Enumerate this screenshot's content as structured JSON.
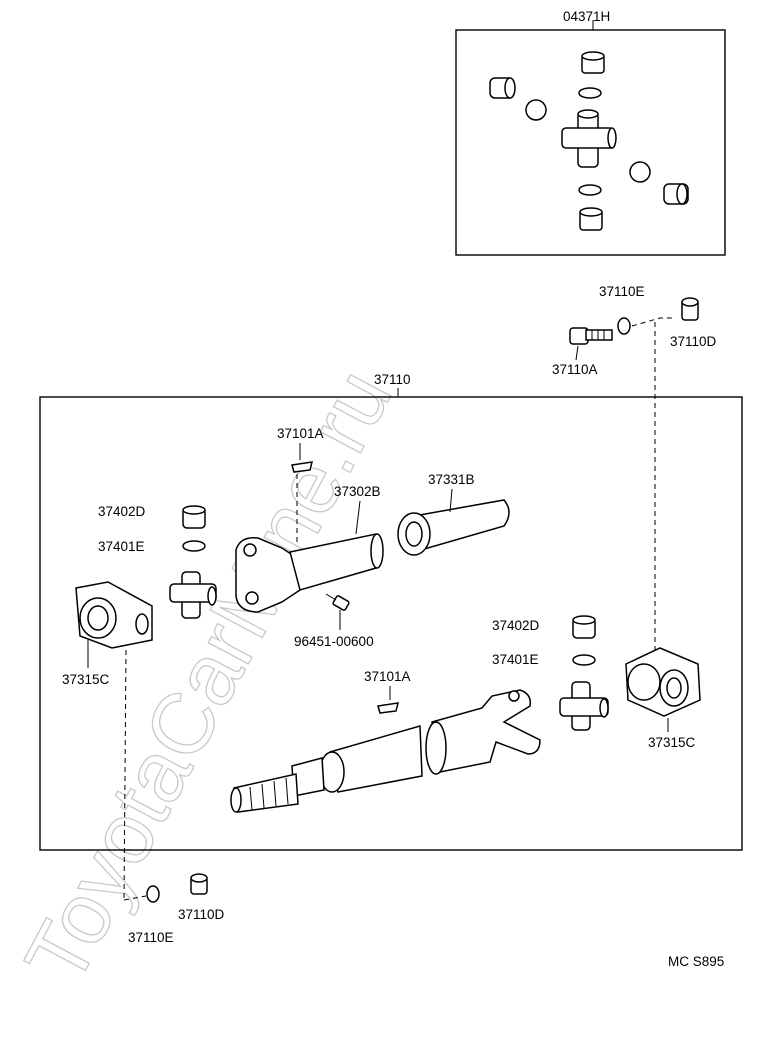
{
  "watermark": "ToyotaCarMine.ru",
  "diagram_code": "MC S895",
  "parts": {
    "kit_box": "04371H",
    "assembly": "37110",
    "bolt": "37110A",
    "washer_top": "37110E",
    "nut_top": "37110D",
    "washer_bottom": "37110E",
    "nut_bottom": "37110D",
    "weight_upper": "37101A",
    "weight_lower": "37101A",
    "tube_upper": "37302B",
    "sleeve": "37331B",
    "bearing_upper": "37402D",
    "snap_ring_upper": "37401E",
    "bearing_lower": "37402D",
    "snap_ring_lower": "37401E",
    "grease_fitting": "96451-00600",
    "flange_left": "37315C",
    "flange_right": "37315C"
  }
}
